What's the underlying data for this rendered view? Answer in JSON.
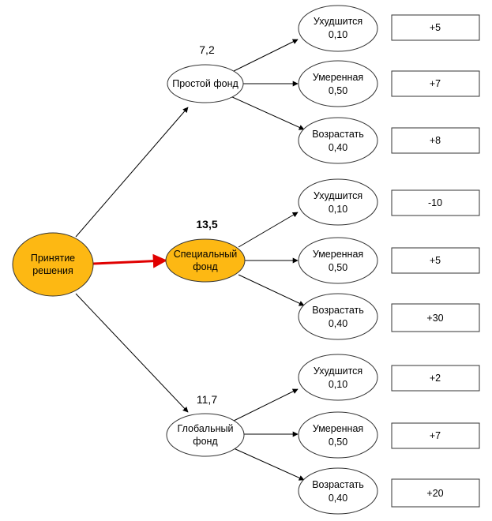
{
  "colors": {
    "highlight_fill": "#FDB813",
    "node_stroke": "#333333",
    "edge": "#000000",
    "chosen_edge": "#E00000",
    "background": "#ffffff"
  },
  "root": {
    "line1": "Принятие",
    "line2": "решения"
  },
  "funds": [
    {
      "key": "simple",
      "line1": "Простой фонд",
      "line2": "",
      "expected_value": "7,2",
      "highlighted": false,
      "outcomes": [
        {
          "label": "Ухудшится",
          "probability": "0,10",
          "payoff": "+5"
        },
        {
          "label": "Умеренная",
          "probability": "0,50",
          "payoff": "+7"
        },
        {
          "label": "Возрастать",
          "probability": "0,40",
          "payoff": "+8"
        }
      ]
    },
    {
      "key": "special",
      "line1": "Специальный",
      "line2": "фонд",
      "expected_value": "13,5",
      "highlighted": true,
      "outcomes": [
        {
          "label": "Ухудшится",
          "probability": "0,10",
          "payoff": "-10"
        },
        {
          "label": "Умеренная",
          "probability": "0,50",
          "payoff": "+5"
        },
        {
          "label": "Возрастать",
          "probability": "0,40",
          "payoff": "+30"
        }
      ]
    },
    {
      "key": "global",
      "line1": "Глобальный",
      "line2": "фонд",
      "expected_value": "11,7",
      "highlighted": false,
      "outcomes": [
        {
          "label": "Ухудшится",
          "probability": "0,10",
          "payoff": "+2"
        },
        {
          "label": "Умеренная",
          "probability": "0,50",
          "payoff": "+7"
        },
        {
          "label": "Возрастать",
          "probability": "0,40",
          "payoff": "+20"
        }
      ]
    }
  ]
}
